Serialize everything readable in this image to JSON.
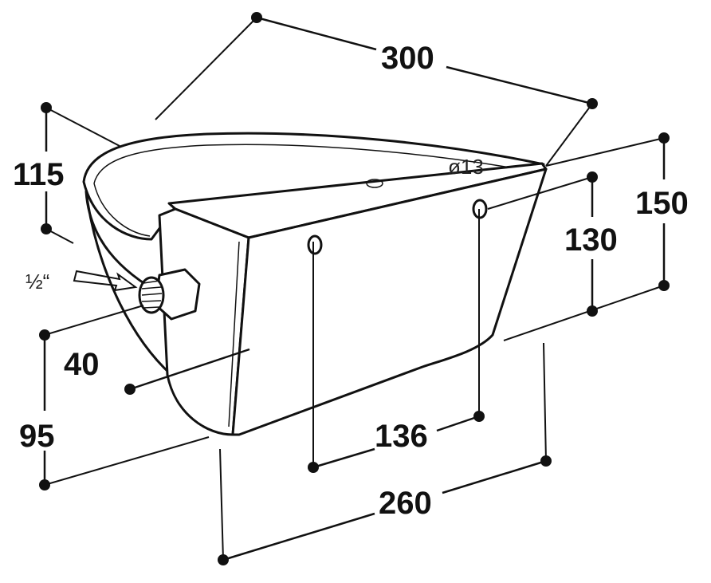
{
  "drawing": {
    "dimensions": {
      "length_top": "300",
      "bowl_height": "115",
      "total_height": "150",
      "hole_height": "130",
      "inlet_offset": "40",
      "inlet_height": "95",
      "hole_spacing": "136",
      "length_bottom": "260"
    },
    "hole_diameter": "ø13",
    "thread_size": "½“"
  }
}
